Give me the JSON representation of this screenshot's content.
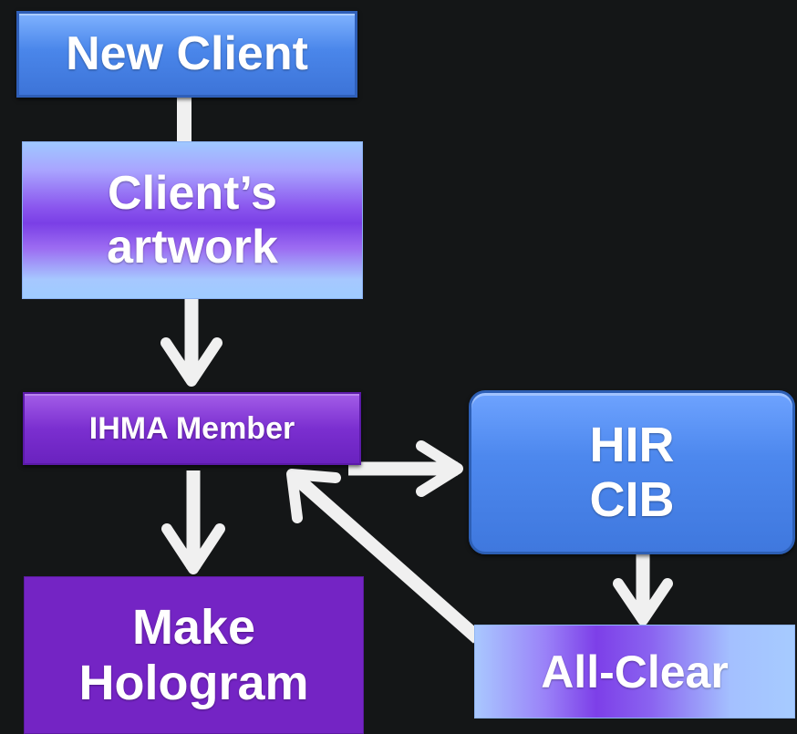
{
  "diagram": {
    "nodes": {
      "new_client": {
        "lines": [
          "New Client"
        ]
      },
      "clients_artwork": {
        "lines": [
          "Client’s",
          "artwork"
        ]
      },
      "ihma_member": {
        "lines": [
          "IHMA Member"
        ]
      },
      "hir_cib": {
        "lines": [
          "HIR",
          "CIB"
        ]
      },
      "make_hologram": {
        "lines": [
          "Make",
          "Hologram"
        ]
      },
      "all_clear": {
        "lines": [
          "All-Clear"
        ]
      }
    },
    "edges": [
      {
        "from": "new_client",
        "to": "clients_artwork",
        "arrow": false
      },
      {
        "from": "clients_artwork",
        "to": "ihma_member",
        "arrow": true
      },
      {
        "from": "ihma_member",
        "to": "hir_cib",
        "arrow": true
      },
      {
        "from": "ihma_member",
        "to": "make_hologram",
        "arrow": true
      },
      {
        "from": "hir_cib",
        "to": "all_clear",
        "arrow": true
      },
      {
        "from": "all_clear",
        "to": "ihma_member",
        "arrow": true
      }
    ],
    "colors": {
      "background": "#141617",
      "connector": "#f0f0f0",
      "blue_box": "#4a86ea",
      "purple_box": "#7424c4"
    }
  }
}
